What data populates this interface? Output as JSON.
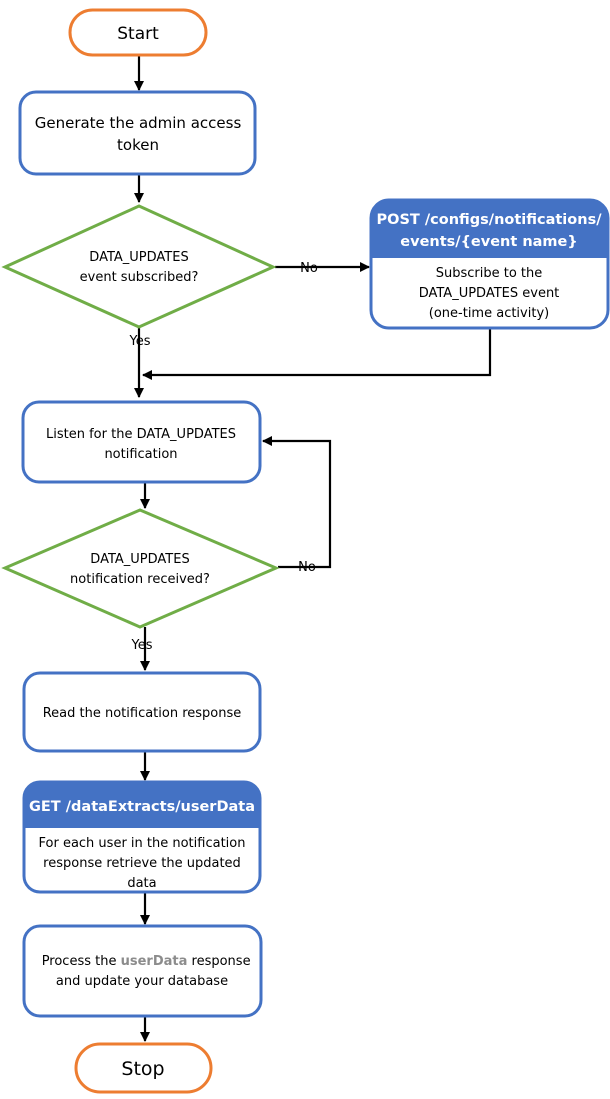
{
  "colors": {
    "terminator": "#ed7d31",
    "process": "#4472c4",
    "decision": "#70ad47",
    "header_fill": "#4472c4",
    "connector": "#000000",
    "highlight_text": "#8c8c8c"
  },
  "nodes": {
    "start": {
      "label": "Start"
    },
    "generate_token": {
      "line1": "Generate the admin access",
      "line2": "token"
    },
    "decision_subscribed": {
      "line1": "DATA_UPDATES",
      "line2": "event subscribed?"
    },
    "subscribe_api": {
      "header_line1": "POST /configs/notifications/",
      "header_line2": "events/{event name}",
      "body_line1": "Subscribe to the",
      "body_line2": "DATA_UPDATES event",
      "body_line3": "(one-time activity)"
    },
    "listen": {
      "line1": "Listen for the DATA_UPDATES",
      "line2": "notification"
    },
    "decision_received": {
      "line1": "DATA_UPDATES",
      "line2": "notification received?"
    },
    "read_response": {
      "label": "Read the notification response"
    },
    "get_userdata": {
      "header": "GET /dataExtracts/userData",
      "body_line1": "For each user in the notification",
      "body_line2": "response retrieve the updated",
      "body_line3": "data"
    },
    "process_response": {
      "line1_prefix": "Process the ",
      "line1_highlight": "userData",
      "line1_suffix": " response",
      "line2": "and update your database"
    },
    "stop": {
      "label": "Stop"
    }
  },
  "edge_labels": {
    "subscribed_no": "No",
    "subscribed_yes": "Yes",
    "received_no": "No",
    "received_yes": "Yes"
  }
}
